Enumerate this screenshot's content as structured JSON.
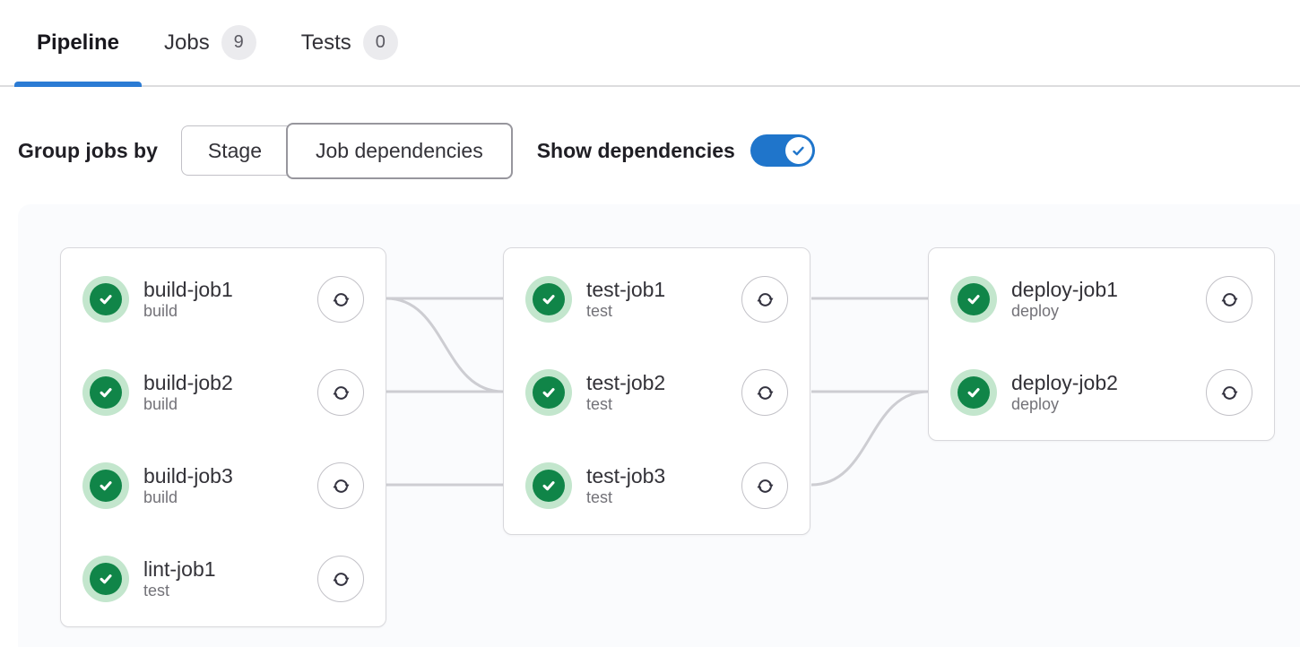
{
  "tabs": [
    {
      "label": "Pipeline",
      "active": true
    },
    {
      "label": "Jobs",
      "badge": "9",
      "active": false
    },
    {
      "label": "Tests",
      "badge": "0",
      "active": false
    }
  ],
  "controls": {
    "group_label": "Group jobs by",
    "options": [
      {
        "label": "Stage",
        "selected": false
      },
      {
        "label": "Job dependencies",
        "selected": true
      }
    ],
    "show_label": "Show dependencies",
    "toggle_state": "on"
  },
  "graph": {
    "columns": [
      {
        "jobs": [
          {
            "name": "build-job1",
            "stage": "build",
            "status": "success"
          },
          {
            "name": "build-job2",
            "stage": "build",
            "status": "success"
          },
          {
            "name": "build-job3",
            "stage": "build",
            "status": "success"
          },
          {
            "name": "lint-job1",
            "stage": "test",
            "status": "success"
          }
        ]
      },
      {
        "jobs": [
          {
            "name": "test-job1",
            "stage": "test",
            "status": "success"
          },
          {
            "name": "test-job2",
            "stage": "test",
            "status": "success"
          },
          {
            "name": "test-job3",
            "stage": "test",
            "status": "success"
          }
        ]
      },
      {
        "jobs": [
          {
            "name": "deploy-job1",
            "stage": "deploy",
            "status": "success"
          },
          {
            "name": "deploy-job2",
            "stage": "deploy",
            "status": "success"
          }
        ]
      }
    ],
    "links": [
      {
        "from": "build-job1",
        "to": "test-job1"
      },
      {
        "from": "build-job1",
        "to": "test-job2"
      },
      {
        "from": "build-job2",
        "to": "test-job2"
      },
      {
        "from": "build-job3",
        "to": "test-job3"
      },
      {
        "from": "test-job1",
        "to": "deploy-job1"
      },
      {
        "from": "test-job2",
        "to": "deploy-job2"
      },
      {
        "from": "test-job3",
        "to": "deploy-job2"
      }
    ]
  },
  "colors": {
    "accent_blue": "#1f75cb",
    "tab_indicator": "#2b7bd4",
    "success_green": "#108548",
    "success_ring": "#c3e6cd",
    "link_gray": "#cdcdd2",
    "graph_background": "#fafbfd"
  }
}
